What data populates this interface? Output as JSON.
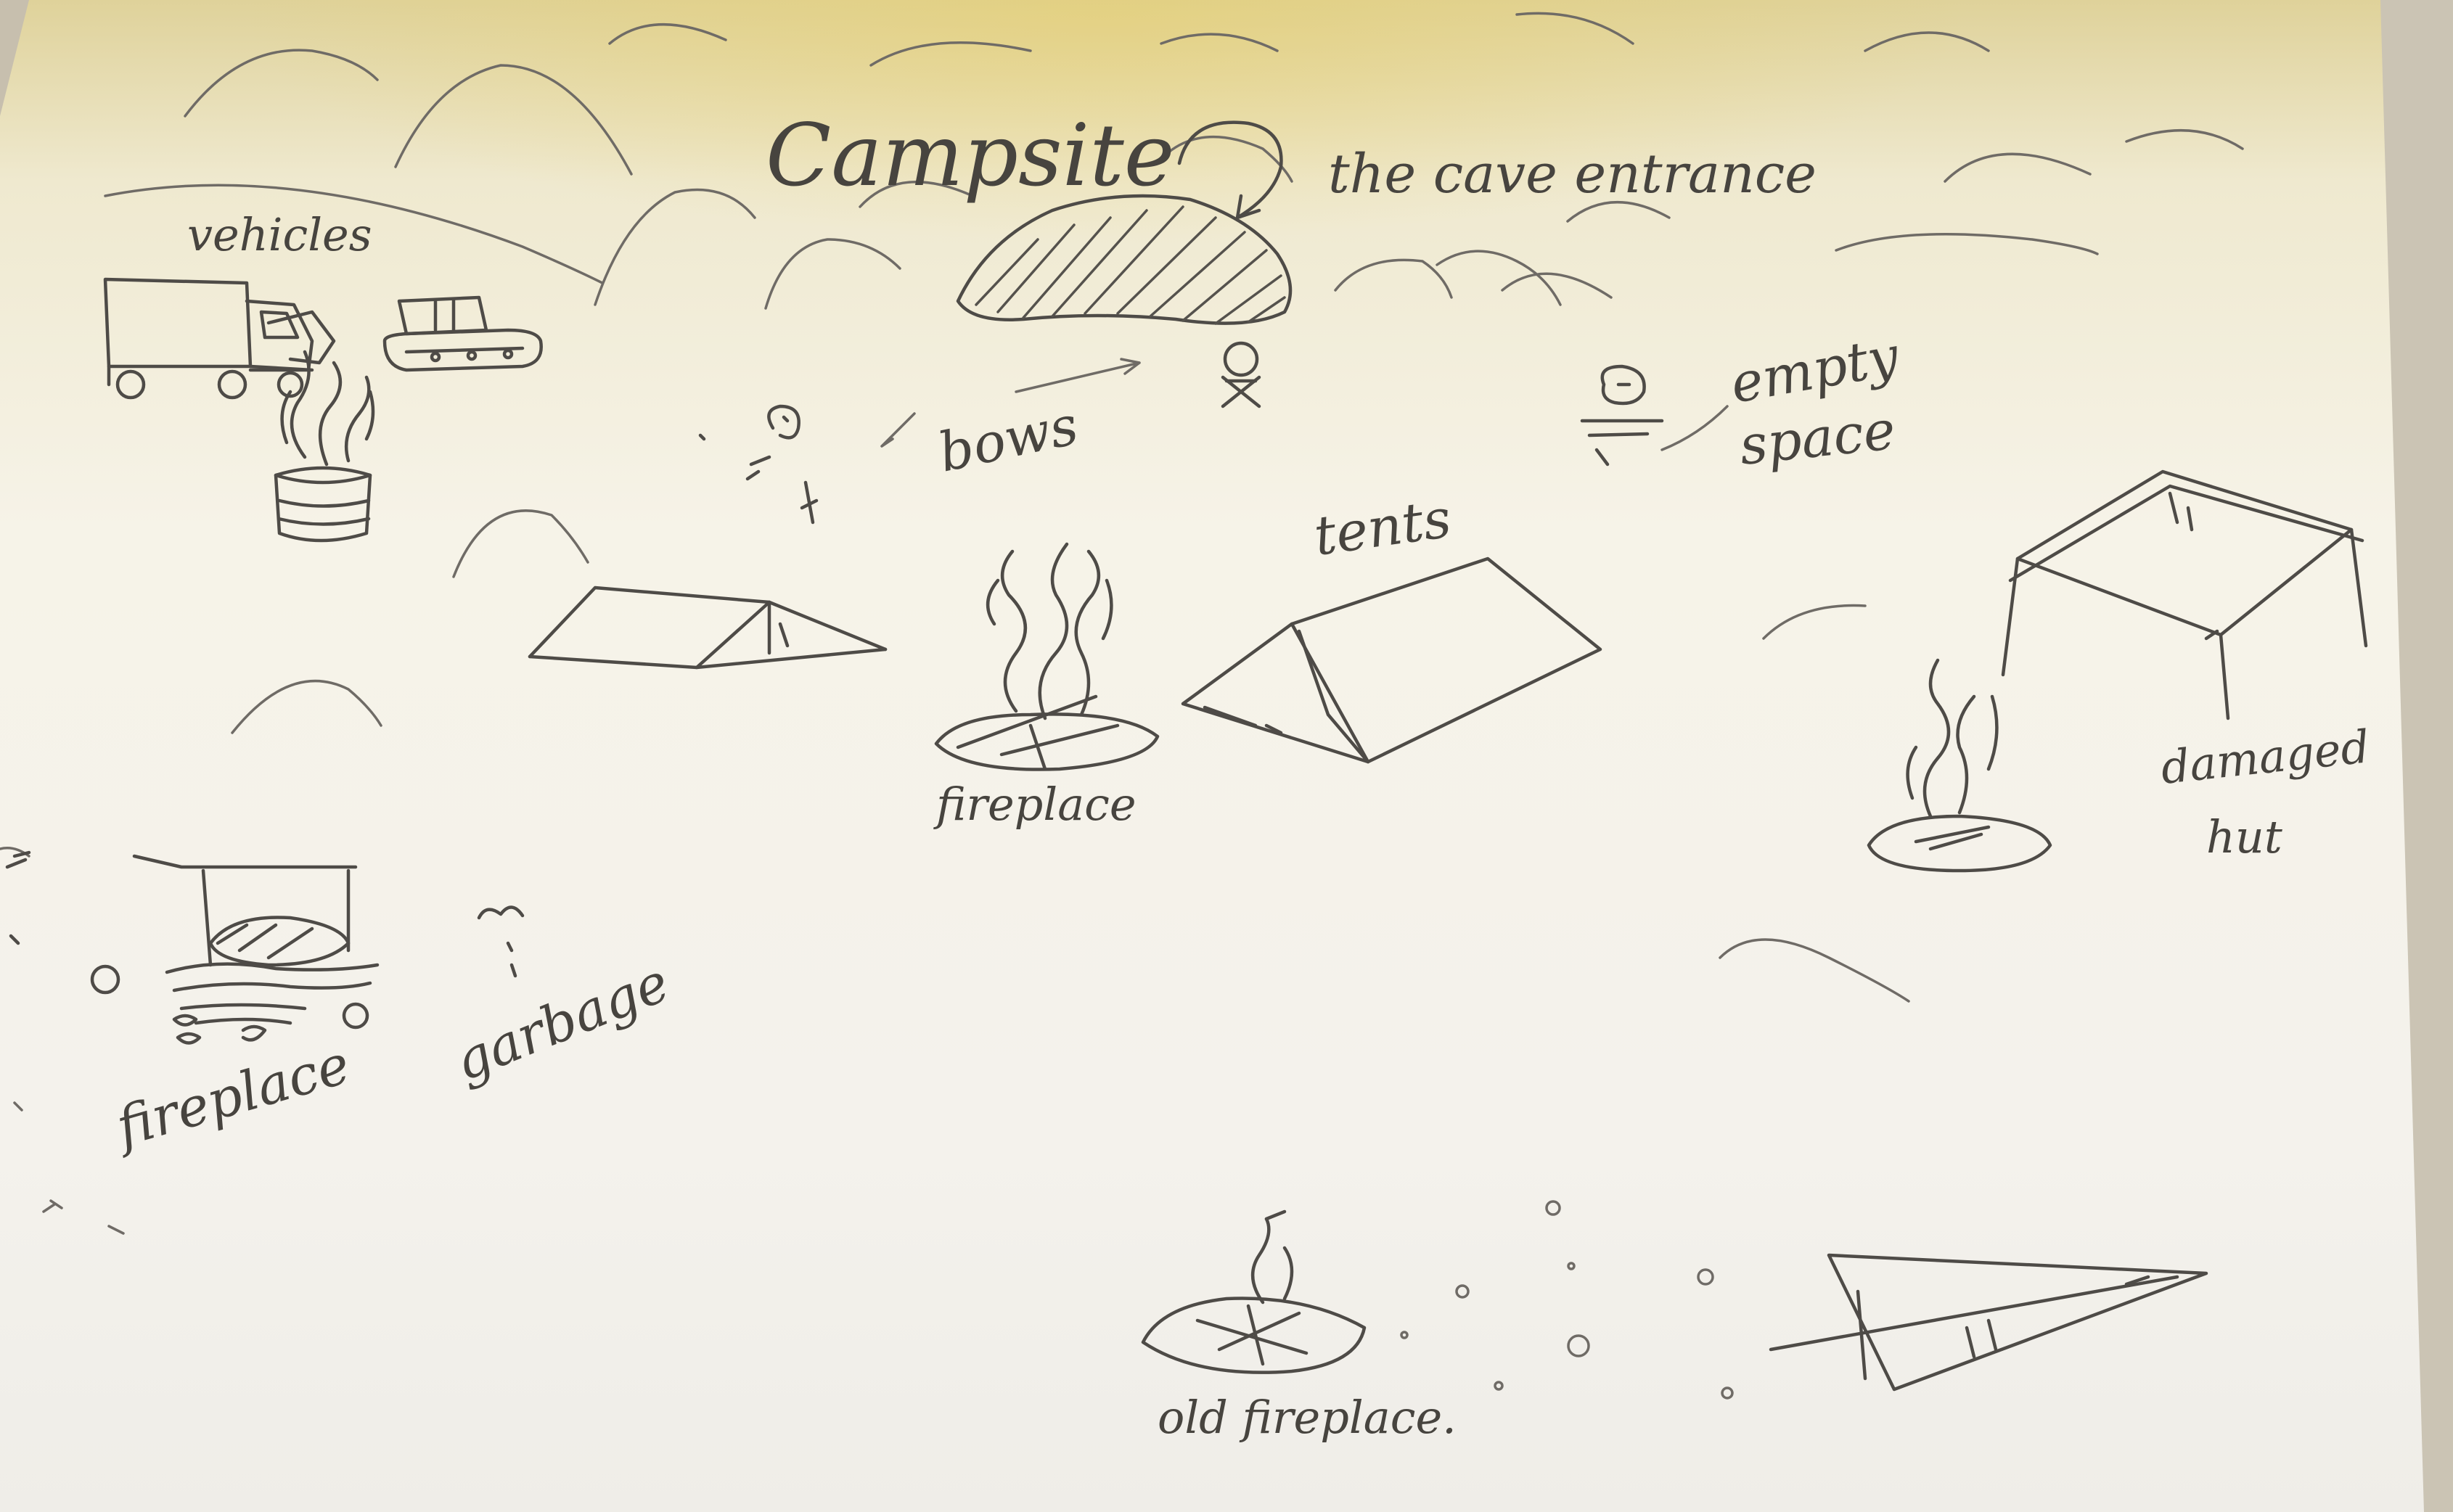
{
  "map": {
    "title": "Campsite",
    "labels": {
      "cave_entrance": "the cave entrance",
      "vehicles": "vehicles",
      "bows": "bows",
      "empty_space": [
        "empty",
        "space"
      ],
      "tents": "tents",
      "fireplace_center": "fireplace",
      "damaged_hut": [
        "damaged",
        "hut"
      ],
      "fireplace_left": "fireplace",
      "garbage": "garbage",
      "old_fireplace": "old fireplace."
    }
  },
  "colors": {
    "paper_top": "#e4d9a6",
    "paper_mid": "#f4f1e6",
    "paper_bottom": "#f2f0ea",
    "pencil": "#4e4b47"
  }
}
